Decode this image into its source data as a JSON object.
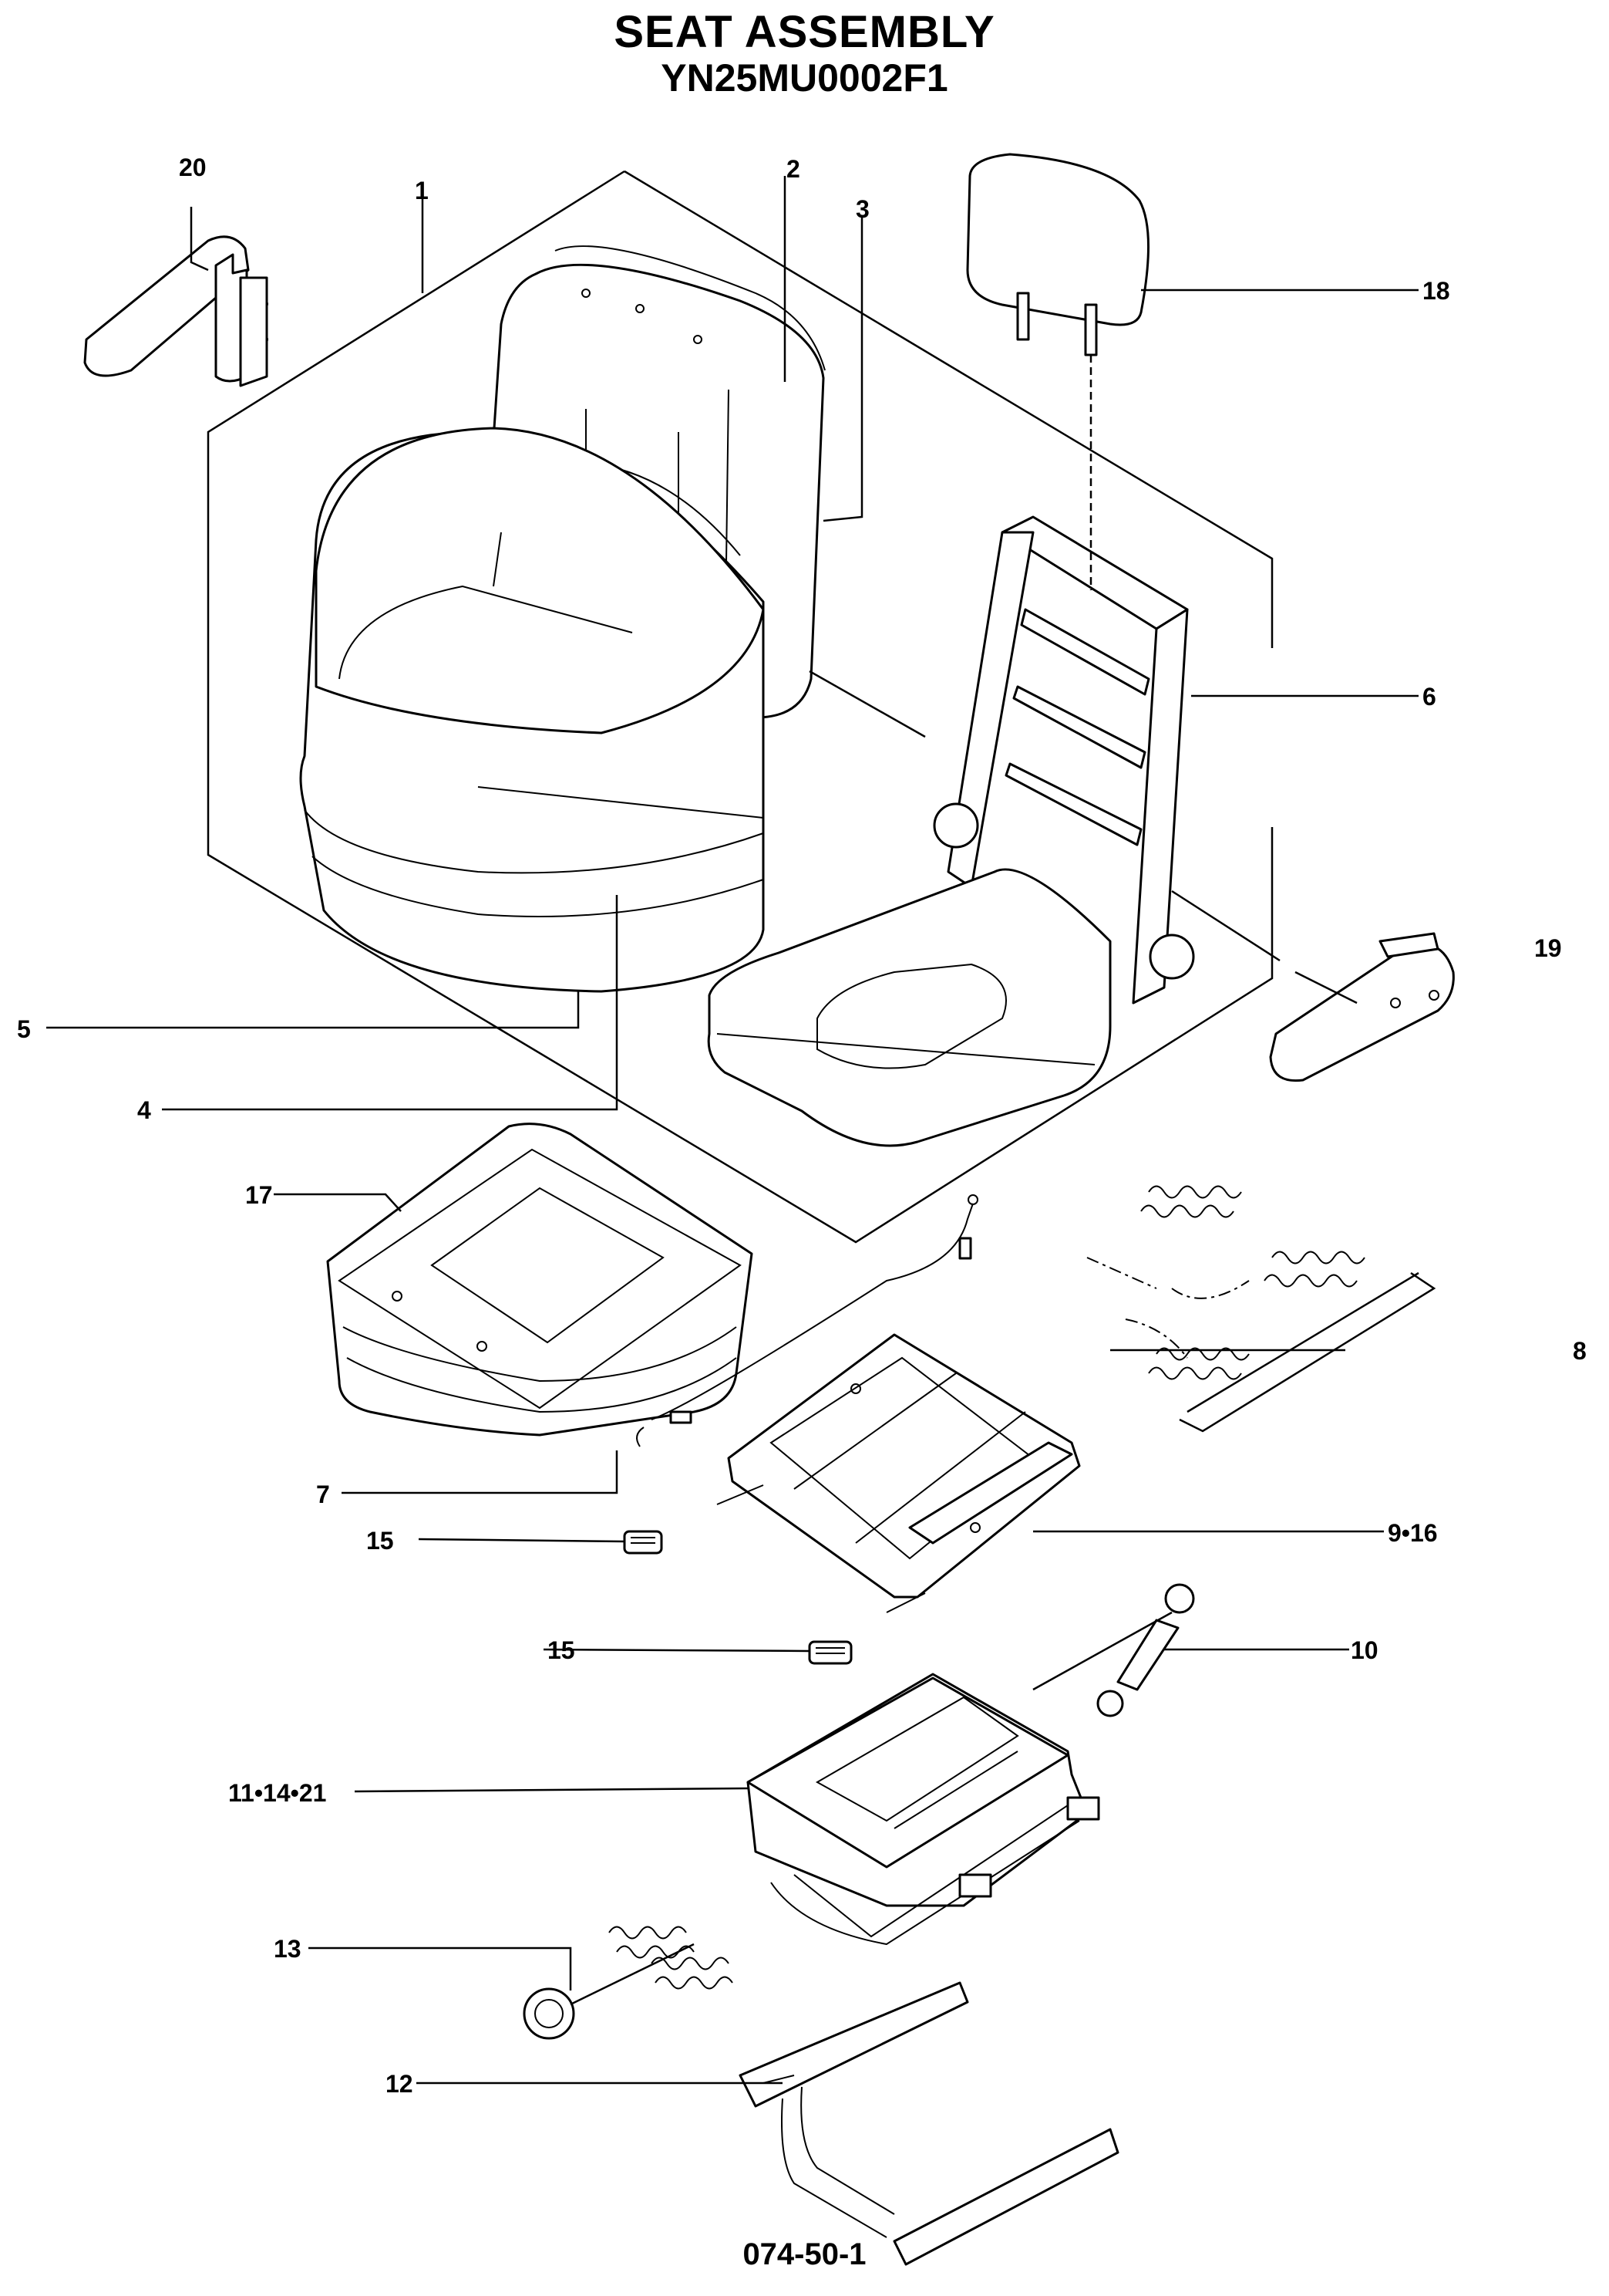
{
  "title": "SEAT ASSEMBLY",
  "subtitle": "YN25MU0002F1",
  "figure_code": "074-50-1",
  "callouts": {
    "c1": "1",
    "c2": "2",
    "c3": "3",
    "c4": "4",
    "c5": "5",
    "c6": "6",
    "c7": "7",
    "c8": "8",
    "c9_16": "9•16",
    "c10": "10",
    "c11_14_21": "11•14•21",
    "c12": "12",
    "c13": "13",
    "c15a": "15",
    "c15b": "15",
    "c17": "17",
    "c18": "18",
    "c19": "19",
    "c20": "20"
  }
}
